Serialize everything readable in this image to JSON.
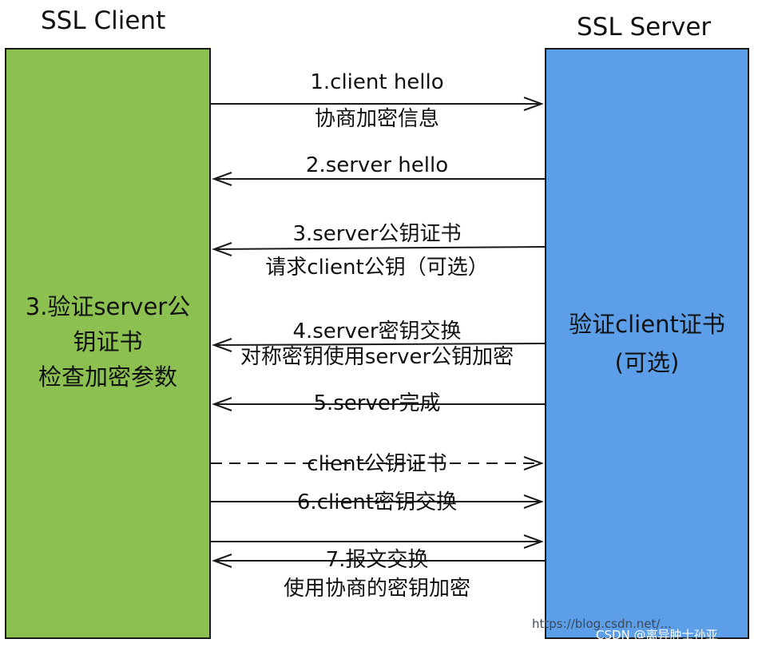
{
  "headers": {
    "client": "SSL Client",
    "server": "SSL Server"
  },
  "client_lane": {
    "lines": [
      "3.验证server公",
      "钥证书",
      "检查加密参数"
    ]
  },
  "server_lane": {
    "lines": [
      "验证client证书",
      "(可选)"
    ]
  },
  "messages": [
    {
      "label": "1.client hello",
      "sub": "协商加密信息",
      "direction": "to-server",
      "style": "solid"
    },
    {
      "label": "2.server hello",
      "direction": "to-client",
      "style": "solid"
    },
    {
      "label": "3.server公钥证书",
      "sub": "请求client公钥（可选）",
      "direction": "to-client",
      "style": "solid"
    },
    {
      "label": "4.server密钥交换",
      "sub": "对称密钥使用server公钥加密",
      "direction": "to-client",
      "style": "solid"
    },
    {
      "label": "5.server完成",
      "direction": "to-client",
      "style": "solid"
    },
    {
      "label": "client公钥证书",
      "direction": "to-server",
      "style": "dashed"
    },
    {
      "label": "6.client密钥交换",
      "direction": "to-server",
      "style": "solid"
    },
    {
      "label": "",
      "direction": "to-server",
      "style": "solid"
    },
    {
      "label": "7.报文交换",
      "sub": "使用协商的密钥加密",
      "direction": "to-client",
      "style": "solid"
    }
  ],
  "watermark": {
    "url": "https://blog.csdn.net/...",
    "credit": "CSDN @离异肿士孙亚"
  }
}
